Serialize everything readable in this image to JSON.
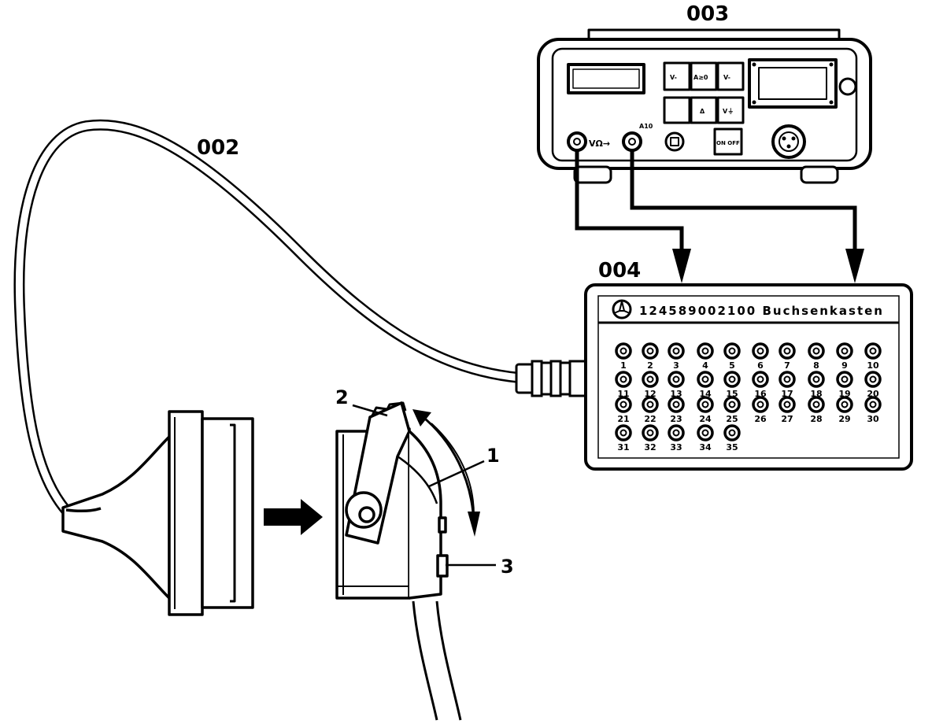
{
  "labels": {
    "cable": "002",
    "multimeter": "003",
    "socket_box": "004",
    "part_1": "1",
    "part_2": "2",
    "part_3": "3"
  },
  "multimeter": {
    "button_v_minus": "V-",
    "button_a": "A≥0",
    "button_v_plus": "V-",
    "button_delta": "Δ",
    "button_v_ground": "V⏚",
    "switch": "ON OFF",
    "jack_left_label": "VΩ→",
    "jack_right_label": "A10"
  },
  "socket_box": {
    "header": "124589002100 Buchsenkasten",
    "sockets": [
      "1",
      "2",
      "3",
      "4",
      "5",
      "6",
      "7",
      "8",
      "9",
      "10",
      "11",
      "12",
      "13",
      "14",
      "15",
      "16",
      "17",
      "18",
      "19",
      "20",
      "21",
      "22",
      "23",
      "24",
      "25",
      "26",
      "27",
      "28",
      "29",
      "30",
      "31",
      "32",
      "33",
      "34",
      "35"
    ]
  }
}
